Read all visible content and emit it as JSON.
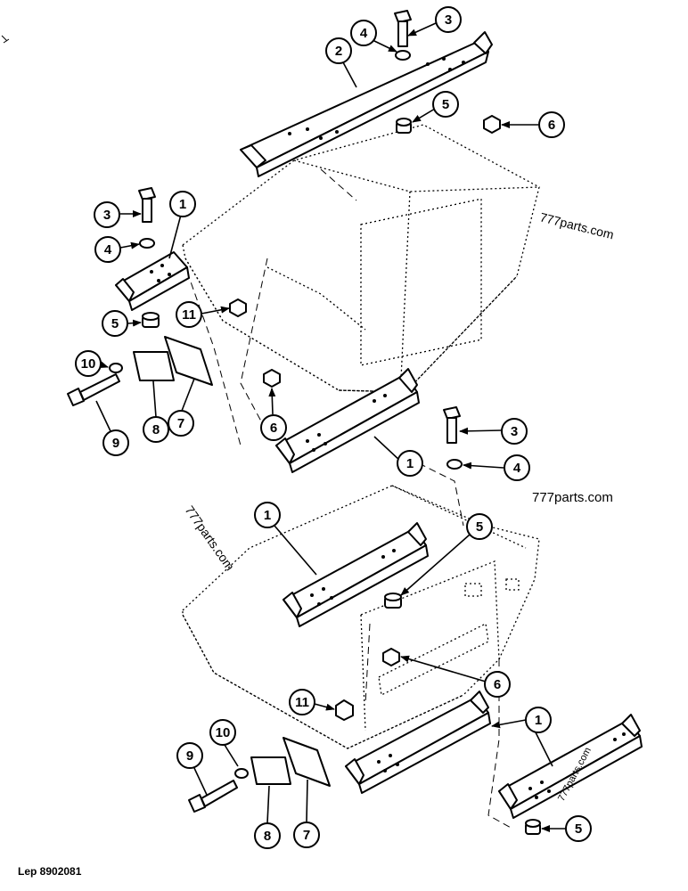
{
  "drawing_ref": "Lep 8902081",
  "watermarks": [
    "777parts.com",
    "777parts.com",
    "777parts.com",
    "777parts.com"
  ],
  "callouts": [
    "1",
    "2",
    "3",
    "4",
    "5",
    "6",
    "7",
    "8",
    "9",
    "10",
    "11"
  ],
  "colors": {
    "line": "#000000",
    "background": "#ffffff"
  }
}
